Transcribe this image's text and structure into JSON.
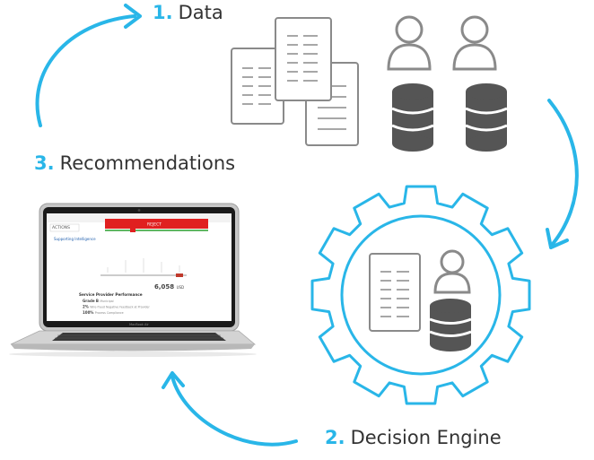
{
  "steps": [
    {
      "number": "1.",
      "label": "Data"
    },
    {
      "number": "2.",
      "label": "Decision Engine"
    },
    {
      "number": "3.",
      "label": "Recommendations"
    }
  ],
  "laptop": {
    "actions_label": "ACTIONS",
    "reject_label": "REJECT",
    "section_label": "Supporting Intelligence",
    "amount_value": "6,058",
    "amount_unit": "USD",
    "performance_title": "Service Provider Performance",
    "metrics": [
      {
        "value": "Grade B",
        "label": "Municipal"
      },
      {
        "value": "2%",
        "label": "Wire-fraud Negative Feedback at Provider"
      },
      {
        "value": "100%",
        "label": "Process Compliance"
      }
    ],
    "brand": "MacBook Air"
  },
  "colors": {
    "accent": "#29b6e8",
    "icon_stroke": "#8a8a8a",
    "reject": "#e02020"
  }
}
